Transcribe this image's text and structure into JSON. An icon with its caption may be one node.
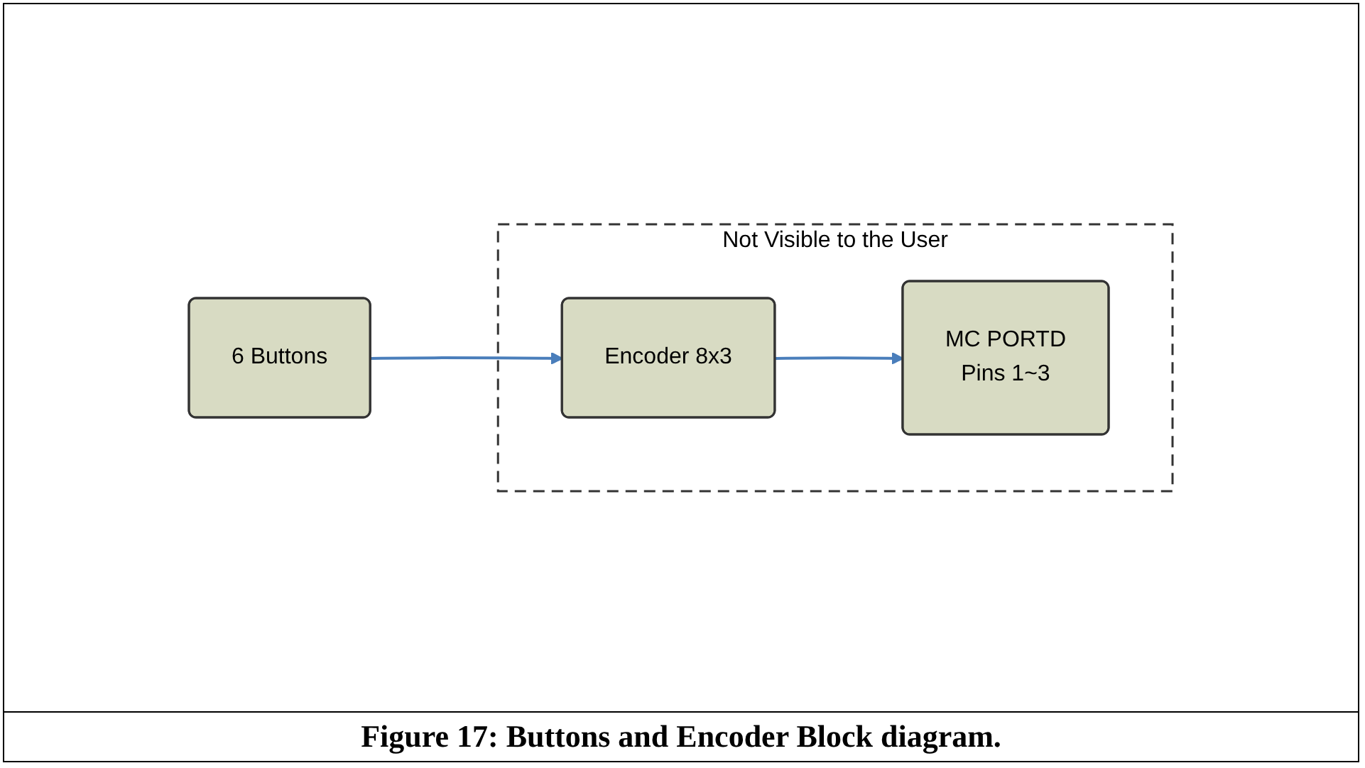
{
  "diagram": {
    "caption": "Figure 17: Buttons and Encoder Block diagram.",
    "nodes": [
      {
        "text": [
          "Not Visible to the User"
        ]
      },
      {
        "text": [
          "6 Buttons"
        ]
      },
      {
        "text": [
          "Encoder 8x3"
        ],
        "in": 0
      },
      {
        "text": [
          "MC PORTD",
          "Pins 1~3"
        ],
        "in": 0
      }
    ],
    "edges": [
      {
        "from": 1,
        "to": 2,
        "arrow": "to"
      },
      {
        "from": 2,
        "to": 3,
        "arrow": "to"
      }
    ]
  }
}
